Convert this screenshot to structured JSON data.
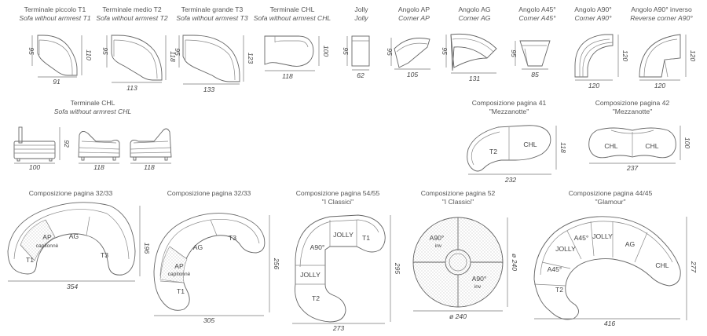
{
  "elements": [
    {
      "title": "Terminale piccolo T1",
      "subtitle": "Sofa without armrest T1",
      "w": "91",
      "h": "110",
      "d": "95"
    },
    {
      "title": "Terminale medio T2",
      "subtitle": "Sofa without armrest T2",
      "w": "113",
      "h": "118",
      "d": "95"
    },
    {
      "title": "Terminale grande T3",
      "subtitle": "Sofa without armrest T3",
      "w": "133",
      "h": "123",
      "d": "95"
    },
    {
      "title": "Terminale CHL",
      "subtitle": "Sofa without armrest CHL",
      "w": "118",
      "h": "100"
    },
    {
      "title": "Jolly",
      "subtitle": "Jolly",
      "w": "62",
      "d": "95"
    },
    {
      "title": "Angolo AP",
      "subtitle": "Corner AP",
      "w": "105",
      "d": "95"
    },
    {
      "title": "Angolo AG",
      "subtitle": "Corner AG",
      "w": "131",
      "d": "95"
    },
    {
      "title": "Angolo A45°",
      "subtitle": "Corner A45°",
      "w": "85",
      "d": "95"
    },
    {
      "title": "Angolo A90°",
      "subtitle": "Corner A90°",
      "w": "120",
      "h": "120"
    },
    {
      "title": "Angolo A90° inverso",
      "subtitle": "Reverse corner A90°",
      "w": "120",
      "h": "120"
    }
  ],
  "chl_side": {
    "title": "Terminale CHL",
    "subtitle": "Sofa without armrest CHL",
    "w1": "100",
    "h1": "92",
    "w2": "118",
    "w3": "118"
  },
  "comp41": {
    "title": "Composizione pagina 41",
    "subtitle": "\"Mezzanotte\"",
    "w": "232",
    "h": "118",
    "labels": [
      "T2",
      "CHL"
    ]
  },
  "comp42": {
    "title": "Composizione pagina 42",
    "subtitle": "\"Mezzanotte\"",
    "w": "237",
    "h": "100",
    "labels": [
      "CHL",
      "CHL"
    ]
  },
  "comp32a": {
    "title": "Composizione pagina 32/33",
    "w": "354",
    "h": "196",
    "labels": [
      "AP",
      "capitonnè",
      "AG",
      "T1",
      "T3"
    ]
  },
  "comp32b": {
    "title": "Composizione pagina 32/33",
    "w": "305",
    "h": "256",
    "labels": [
      "T3",
      "AG",
      "AP",
      "capitonnè",
      "T1"
    ]
  },
  "comp54": {
    "title": "Composizione pagina 54/55",
    "subtitle": "\"I Classici\"",
    "w": "273",
    "h": "295",
    "labels": [
      "JOLLY",
      "T1",
      "A90°",
      "JOLLY",
      "T2"
    ]
  },
  "comp52": {
    "title": "Composizione pagina 52",
    "subtitle": "\"I Classici\"",
    "w": "ø 240",
    "h": "ø 240",
    "labels": [
      "A90°",
      "inv",
      "A90°",
      "inv"
    ]
  },
  "comp44": {
    "title": "Composizione pagina 44/45",
    "subtitle": "\"Glamour\"",
    "w": "416",
    "h": "277",
    "labels": [
      "A45°",
      "JOLLY",
      "JOLLY",
      "AG",
      "CHL",
      "A45°",
      "T2"
    ]
  }
}
